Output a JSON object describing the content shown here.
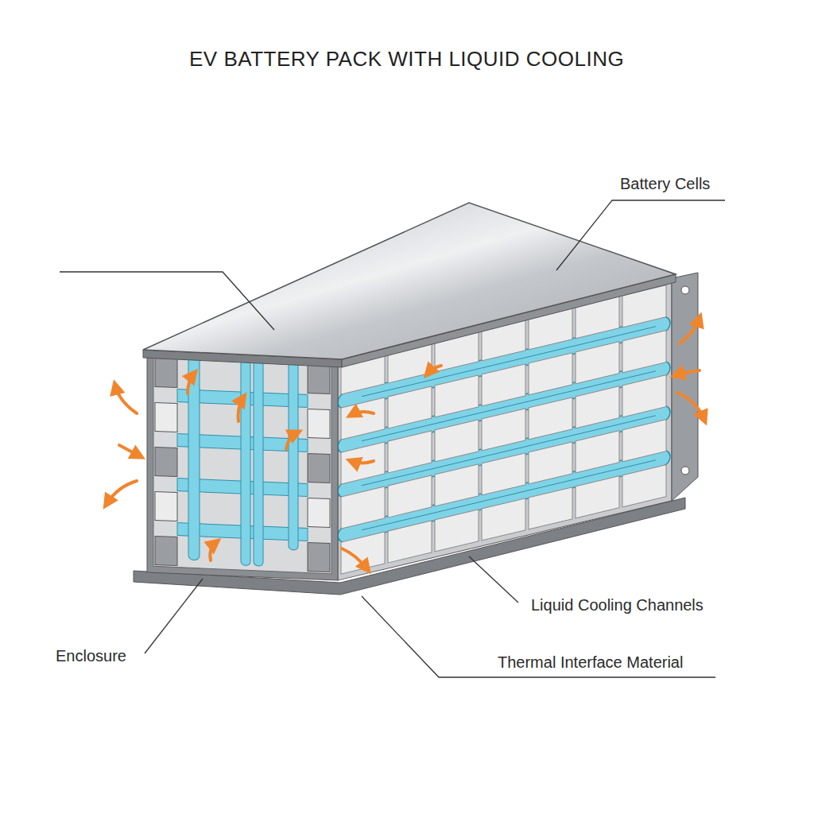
{
  "diagram": {
    "title": "EV BATTERY PACK WITH LIQUID COOLING",
    "labels": [
      "Battery Cells",
      "Liquid Cooling Channels",
      "Thermal Interface Material",
      "Enclosure"
    ]
  }
}
